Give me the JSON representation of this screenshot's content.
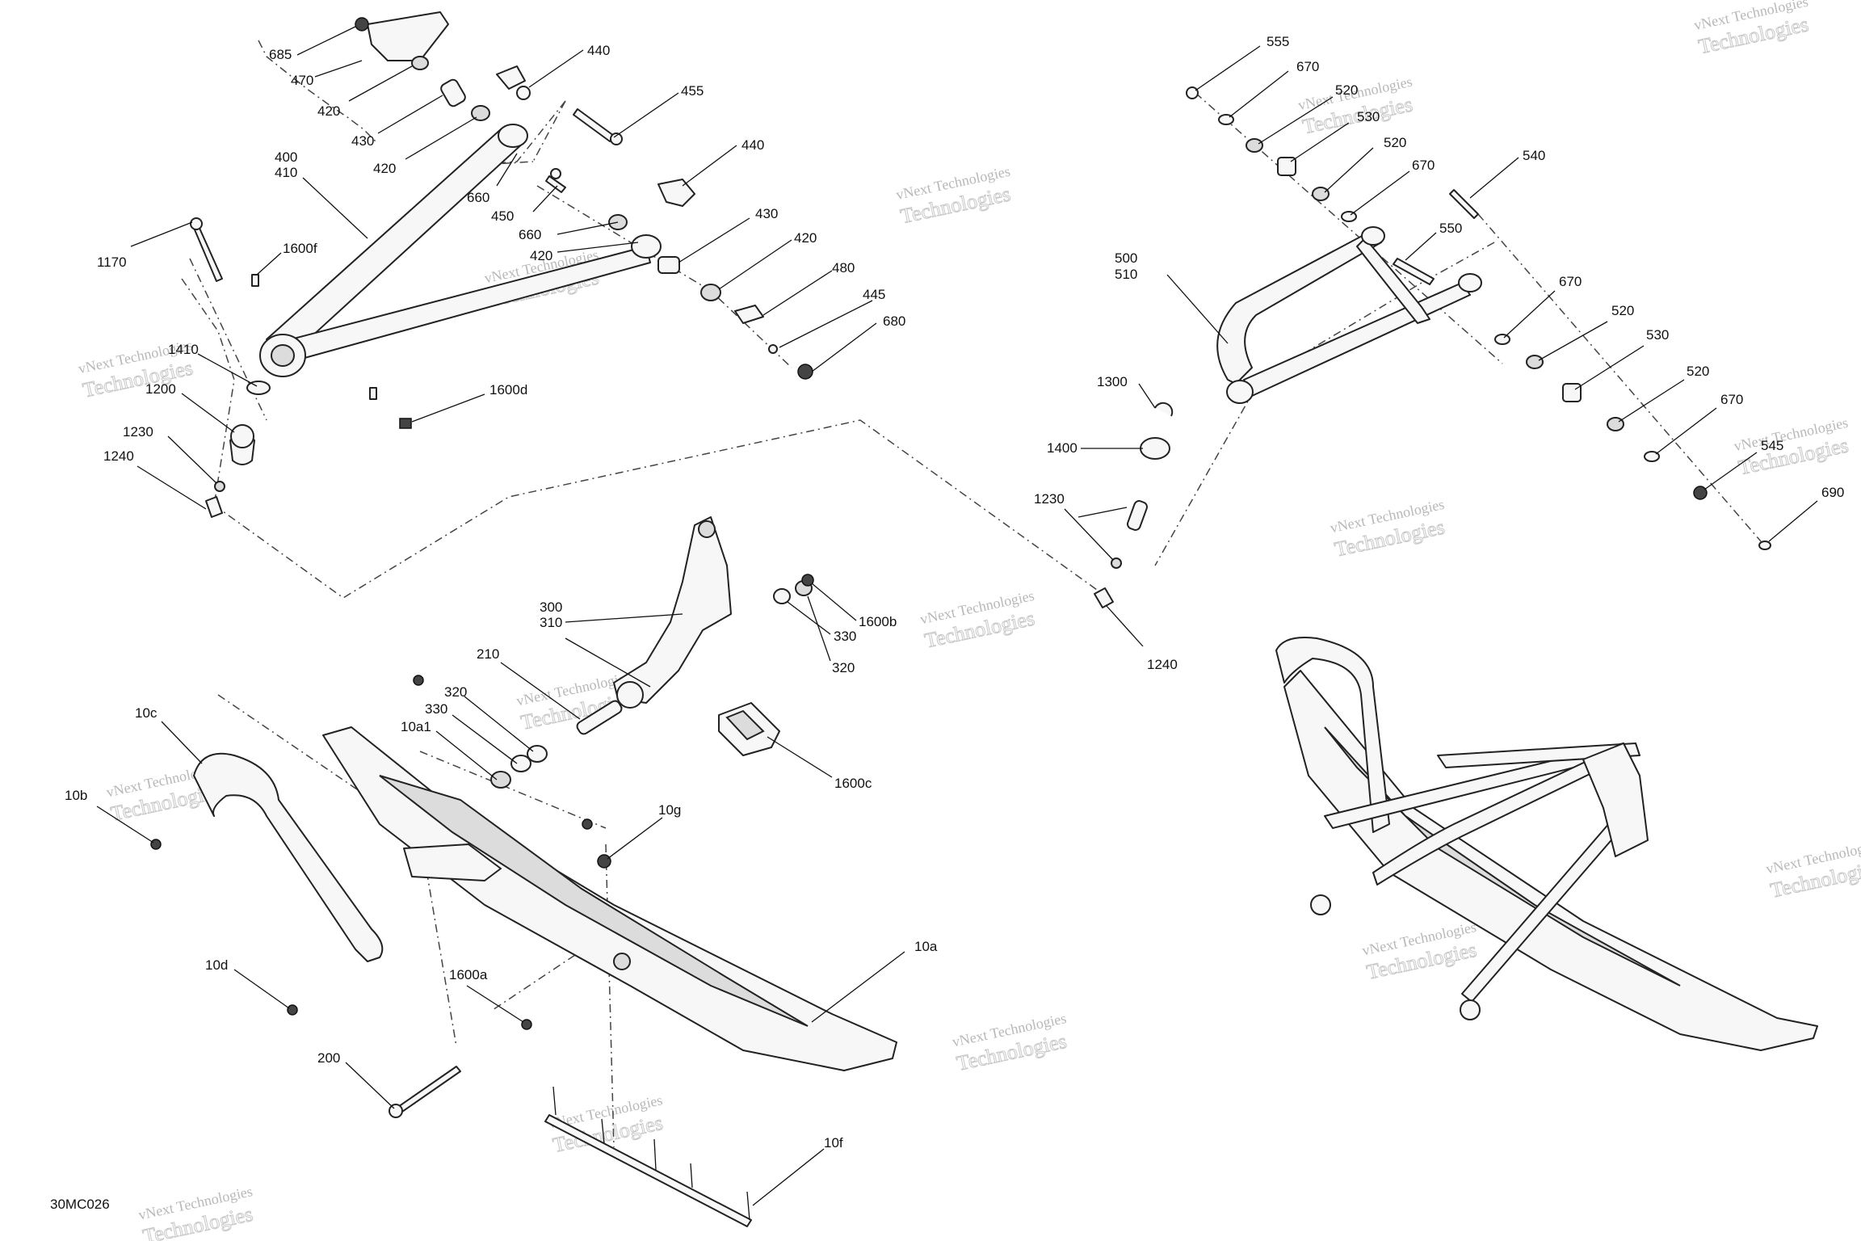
{
  "diagram_code": "30MC026",
  "watermark": {
    "line1": "vNext Technologies",
    "line2": "Technologies"
  },
  "callouts": [
    {
      "id": "c685",
      "text": "685"
    },
    {
      "id": "c470",
      "text": "470"
    },
    {
      "id": "c420a",
      "text": "420"
    },
    {
      "id": "c430a",
      "text": "430"
    },
    {
      "id": "c420b",
      "text": "420"
    },
    {
      "id": "c440a",
      "text": "440"
    },
    {
      "id": "c455",
      "text": "455"
    },
    {
      "id": "c440b",
      "text": "440"
    },
    {
      "id": "c400",
      "text": "400"
    },
    {
      "id": "c410",
      "text": "410"
    },
    {
      "id": "c660a",
      "text": "660"
    },
    {
      "id": "c450",
      "text": "450"
    },
    {
      "id": "c660b",
      "text": "660"
    },
    {
      "id": "c420c",
      "text": "420"
    },
    {
      "id": "c430b",
      "text": "430"
    },
    {
      "id": "c420d",
      "text": "420"
    },
    {
      "id": "c480",
      "text": "480"
    },
    {
      "id": "c445",
      "text": "445"
    },
    {
      "id": "c680",
      "text": "680"
    },
    {
      "id": "c1170",
      "text": "1170"
    },
    {
      "id": "c1600f",
      "text": "1600f"
    },
    {
      "id": "c1410",
      "text": "1410"
    },
    {
      "id": "c1200",
      "text": "1200"
    },
    {
      "id": "c1600d",
      "text": "1600d"
    },
    {
      "id": "c1230a",
      "text": "1230"
    },
    {
      "id": "c1240a",
      "text": "1240"
    },
    {
      "id": "c300",
      "text": "300"
    },
    {
      "id": "c310",
      "text": "310"
    },
    {
      "id": "c1600b",
      "text": "1600b"
    },
    {
      "id": "c330a",
      "text": "330"
    },
    {
      "id": "c320a",
      "text": "320"
    },
    {
      "id": "c210",
      "text": "210"
    },
    {
      "id": "c320b",
      "text": "320"
    },
    {
      "id": "c330b",
      "text": "330"
    },
    {
      "id": "c10a1",
      "text": "10a1"
    },
    {
      "id": "c1600c",
      "text": "1600c"
    },
    {
      "id": "c10c",
      "text": "10c"
    },
    {
      "id": "c10b",
      "text": "10b"
    },
    {
      "id": "c10g",
      "text": "10g"
    },
    {
      "id": "c10a",
      "text": "10a"
    },
    {
      "id": "c10d",
      "text": "10d"
    },
    {
      "id": "c1600a",
      "text": "1600a"
    },
    {
      "id": "c200",
      "text": "200"
    },
    {
      "id": "c10f",
      "text": "10f"
    },
    {
      "id": "c555",
      "text": "555"
    },
    {
      "id": "c670a",
      "text": "670"
    },
    {
      "id": "c520a",
      "text": "520"
    },
    {
      "id": "c530a",
      "text": "530"
    },
    {
      "id": "c520b",
      "text": "520"
    },
    {
      "id": "c670b",
      "text": "670"
    },
    {
      "id": "c540",
      "text": "540"
    },
    {
      "id": "c550",
      "text": "550"
    },
    {
      "id": "c500",
      "text": "500"
    },
    {
      "id": "c510",
      "text": "510"
    },
    {
      "id": "c670c",
      "text": "670"
    },
    {
      "id": "c520c",
      "text": "520"
    },
    {
      "id": "c530b",
      "text": "530"
    },
    {
      "id": "c520d",
      "text": "520"
    },
    {
      "id": "c670d",
      "text": "670"
    },
    {
      "id": "c545",
      "text": "545"
    },
    {
      "id": "c690",
      "text": "690"
    },
    {
      "id": "c1300",
      "text": "1300"
    },
    {
      "id": "c1400",
      "text": "1400"
    },
    {
      "id": "c1230b",
      "text": "1230"
    },
    {
      "id": "c1240b",
      "text": "1240"
    }
  ]
}
